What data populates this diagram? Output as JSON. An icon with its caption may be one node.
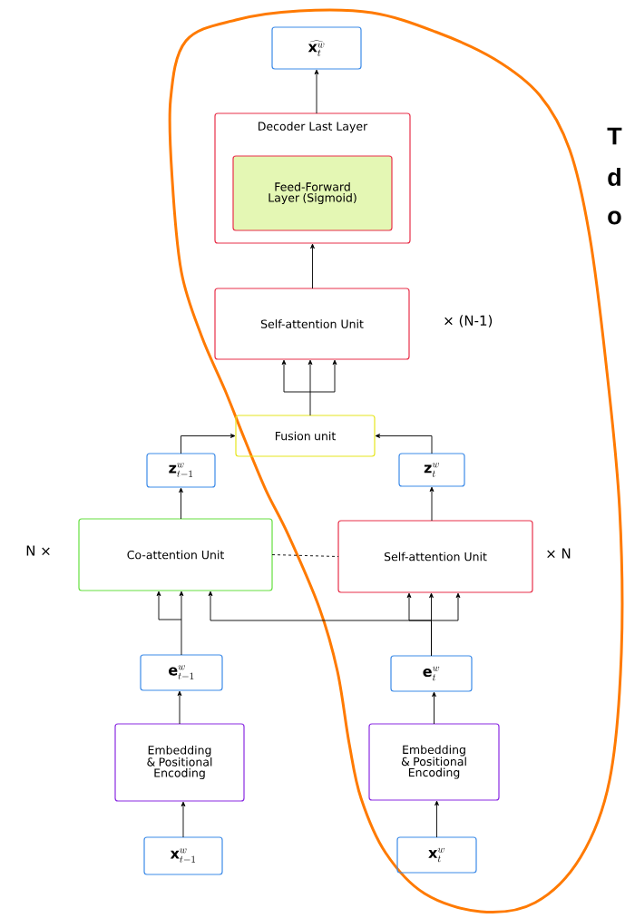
{
  "diagram": {
    "nodes": [
      {
        "text": [
          "\\widehat{\\mathbf{x}_t^w}"
        ]
      },
      {
        "text": [
          "Decoder Last Layer"
        ]
      },
      {
        "text": [
          "Feed-Forward Layer (Sigmoid)"
        ],
        "in": 1
      },
      {
        "text": [
          "Self-attention Unit"
        ],
        "beside": [
          "× (N-1)"
        ]
      },
      {
        "text": [
          "Fusion unit"
        ]
      },
      {
        "text": [
          "\\mathbf{z}_{t-1}^w"
        ]
      },
      {
        "text": [
          "\\mathbf{z}_t^w"
        ]
      },
      {
        "text": [
          "Co-attention Unit"
        ],
        "beside": [
          "N ×"
        ]
      },
      {
        "text": [
          "Self-attention Unit"
        ],
        "beside": [
          "× N"
        ]
      },
      {
        "text": [
          "\\mathbf{e}_{t-1}^w"
        ]
      },
      {
        "text": [
          "\\mathbf{e}_t^w"
        ]
      },
      {
        "text": [
          "Embedding & Positional Encoding"
        ]
      },
      {
        "text": [
          "Embedding & Positional Encoding"
        ]
      },
      {
        "text": [
          "\\mathbf{x}_{t-1}^w"
        ]
      },
      {
        "text": [
          "\\mathbf{x}_t^w"
        ]
      }
    ],
    "edges": [
      {
        "from": 13,
        "to": 11,
        "arrow": "to"
      },
      {
        "from": 11,
        "to": 9,
        "arrow": "to"
      },
      {
        "from": 14,
        "to": 12,
        "arrow": "to"
      },
      {
        "from": 12,
        "to": 10,
        "arrow": "to"
      },
      {
        "from": 9,
        "to": 7,
        "arrow": "to"
      },
      {
        "from": 10,
        "to": 8,
        "arrow": "to"
      },
      {
        "from": 10,
        "to": 7,
        "arrow": "to"
      },
      {
        "from": 7,
        "to": 5,
        "arrow": "to"
      },
      {
        "from": 8,
        "to": 6,
        "arrow": "to"
      },
      {
        "from": 5,
        "to": 4,
        "arrow": "to"
      },
      {
        "from": 6,
        "to": 4,
        "arrow": "to"
      },
      {
        "from": 4,
        "to": 3,
        "arrow": "to"
      },
      {
        "from": 3,
        "to": 1,
        "arrow": "to"
      },
      {
        "from": 1,
        "to": 0,
        "arrow": "to"
      },
      {
        "from": 7,
        "to": 8,
        "arrow": "none",
        "style": "dashed"
      }
    ],
    "labels": [
      "T",
      "d",
      "o"
    ]
  }
}
